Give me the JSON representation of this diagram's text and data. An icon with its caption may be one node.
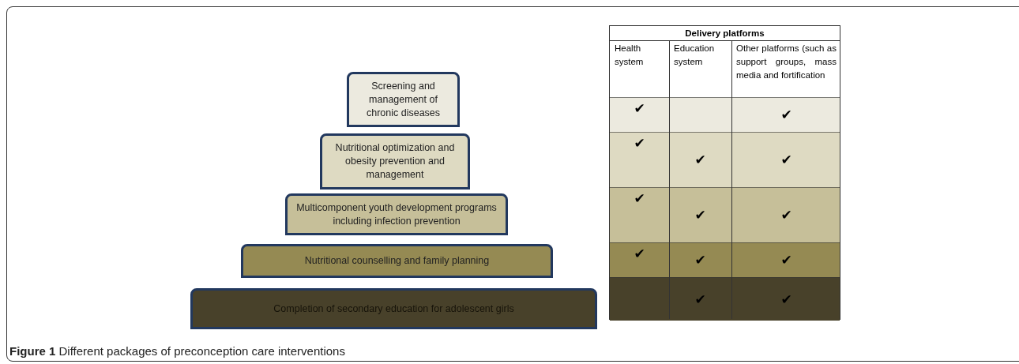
{
  "diagram": {
    "caption": "**Figure 1** Different packages of preconception care interventions",
    "nodes": [
      {
        "text": [
          "Screening and management of chronic diseases"
        ]
      },
      {
        "text": [
          "Nutritional optimization and obesity prevention and management"
        ]
      },
      {
        "text": [
          "Multicomponent youth development programs including infection prevention"
        ]
      },
      {
        "text": [
          "Nutritional counselling and family planning"
        ]
      },
      {
        "text": [
          "Completion of secondary education for adolescent girls"
        ]
      }
    ],
    "labels": [
      "Delivery platforms",
      "Health system",
      "Education system",
      "Other platforms (such as support groups, mass media and fortification",
      "✔",
      "✔",
      "✔",
      "✔",
      "✔",
      "✔",
      "✔",
      "✔",
      "✔",
      "✔",
      "✔",
      "✔",
      "✔"
    ]
  }
}
